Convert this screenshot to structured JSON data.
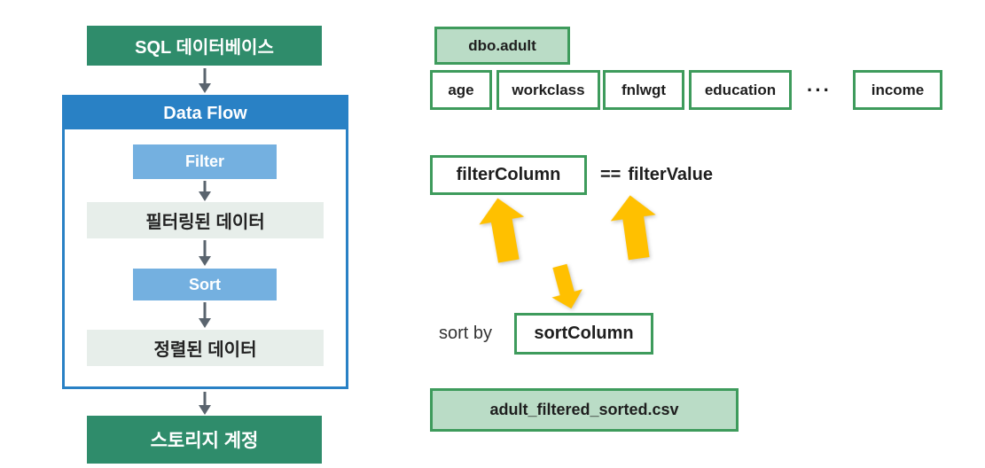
{
  "left_flow": {
    "source_label": "SQL 데이터베이스",
    "container_title": "Data Flow",
    "filter_label": "Filter",
    "filtered_label": "필터링된 데이터",
    "sort_label": "Sort",
    "sorted_label": "정렬된 데이터",
    "sink_label": "스토리지 계정"
  },
  "right_panel": {
    "table_name": "dbo.adult",
    "columns": [
      "age",
      "workclass",
      "fnlwgt",
      "education"
    ],
    "ellipsis": "···",
    "last_column": "income",
    "filter": {
      "column": "filterColumn",
      "operator": "==",
      "value": "filterValue"
    },
    "sort": {
      "label": "sort by",
      "column": "sortColumn"
    },
    "output_file": "adult_filtered_sorted.csv"
  },
  "colors": {
    "solid_green": "#2F8C6B",
    "header_blue": "#2981C5",
    "step_blue": "#74B0E0",
    "pale_box": "#E7EEEA",
    "light_green_fill": "#BADCC6",
    "green_border": "#3E9B5C",
    "arrow_yellow": "#FFC000",
    "connector_gray": "#5A646E"
  }
}
